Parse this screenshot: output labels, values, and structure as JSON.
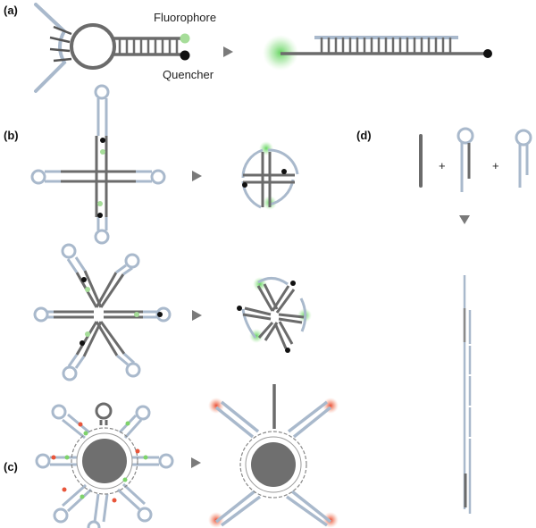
{
  "panels": {
    "a": "(a)",
    "b": "(b)",
    "c": "(c)",
    "d": "(d)"
  },
  "labels": {
    "fluorophore": "Fluorophore",
    "quencher": "Quencher"
  },
  "symbols": {
    "plus": "+"
  },
  "colors": {
    "dark_strand": "#6b6b6b",
    "light_strand": "#a9b9cc",
    "fluorophore_green": "#7ed36a",
    "quencher_black": "#111111",
    "reporter_red": "#e8553a",
    "arrow_gray": "#7a7a7a"
  }
}
